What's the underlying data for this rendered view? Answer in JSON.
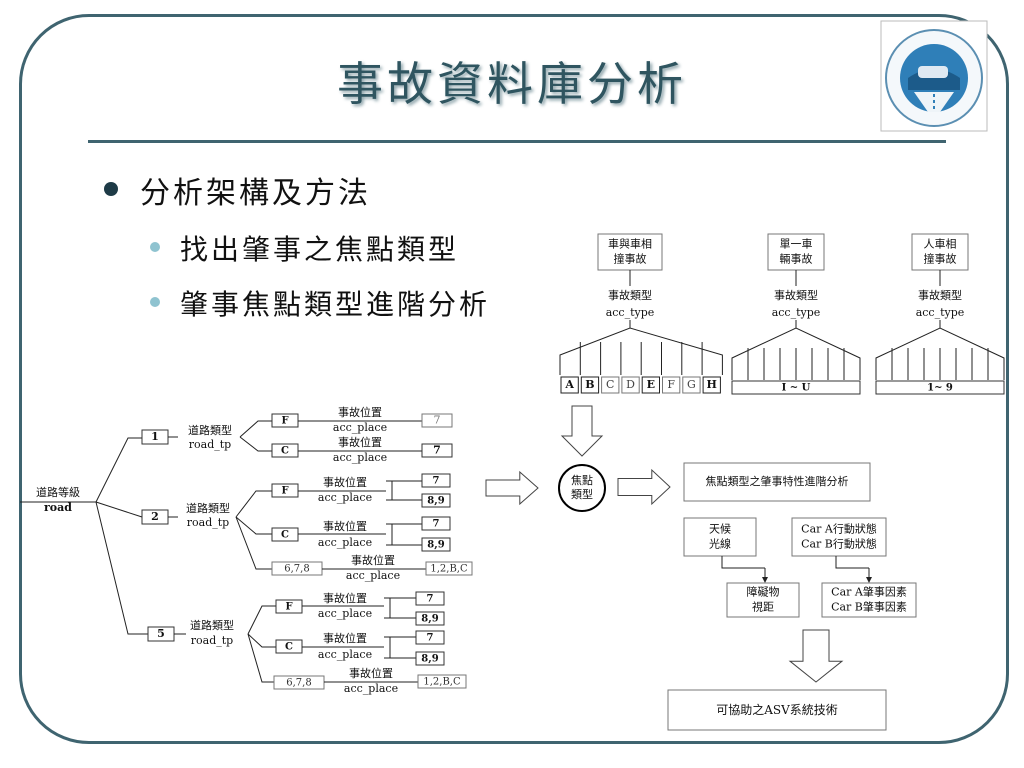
{
  "title": "事故資料庫分析",
  "bullets": {
    "main": "分析架構及方法",
    "sub": [
      "找出肇事之焦點類型",
      "肇事焦點類型進階分析"
    ]
  },
  "tree": {
    "root": {
      "label": "道路等級",
      "sub": "road"
    },
    "road_tp_label": "道路類型",
    "road_tp_sub": "road_tp",
    "acc_place_label": "事故位置",
    "acc_place_sub": "acc_place",
    "groups": [
      {
        "level": "1",
        "rows": [
          {
            "type": "F",
            "value": "7",
            "bold": false
          },
          {
            "type": "C",
            "value": "7",
            "bold": true
          }
        ]
      },
      {
        "level": "2",
        "rows": [
          {
            "type": "F",
            "values": [
              "7",
              "8,9"
            ]
          },
          {
            "type": "C",
            "values": [
              "7",
              "8,9"
            ]
          },
          {
            "type": "6,7,8",
            "value": "1,2,B,C"
          }
        ]
      },
      {
        "level": "5",
        "rows": [
          {
            "type": "F",
            "values": [
              "7",
              "8,9"
            ]
          },
          {
            "type": "C",
            "values": [
              "7",
              "8,9"
            ]
          },
          {
            "type": "6,7,8",
            "value": "1,2,B,C"
          }
        ]
      }
    ]
  },
  "acc_types": [
    {
      "box": "車與車相\n撞事故",
      "label": "事故類型",
      "sub": "acc_type",
      "cells": [
        "A",
        "B",
        "C",
        "D",
        "E",
        "F",
        "G",
        "H"
      ],
      "bold_cells": [
        "A",
        "B",
        "E",
        "H"
      ]
    },
    {
      "box": "單一車\n輛事故",
      "label": "事故類型",
      "sub": "acc_type",
      "range": "I ~ U"
    },
    {
      "box": "人車相\n撞事故",
      "label": "事故類型",
      "sub": "acc_type",
      "range": "1~ 9"
    }
  ],
  "focus": {
    "circle": "焦點\n類型"
  },
  "analysis": {
    "top": "焦點類型之肇事特性進階分析",
    "weather": "天候\n光線",
    "car_action": "Car A行動狀態\nCar B行動狀態",
    "obstacle": "障礙物\n視距",
    "car_factor": "Car A肇事因素\nCar B肇事因素",
    "final": "可協助之ASV系統技術"
  },
  "colors": {
    "frame": "#3f6470",
    "title": "#2f5560",
    "bullet_main": "#1e3b47",
    "bullet_sub": "#8fc3d0"
  }
}
